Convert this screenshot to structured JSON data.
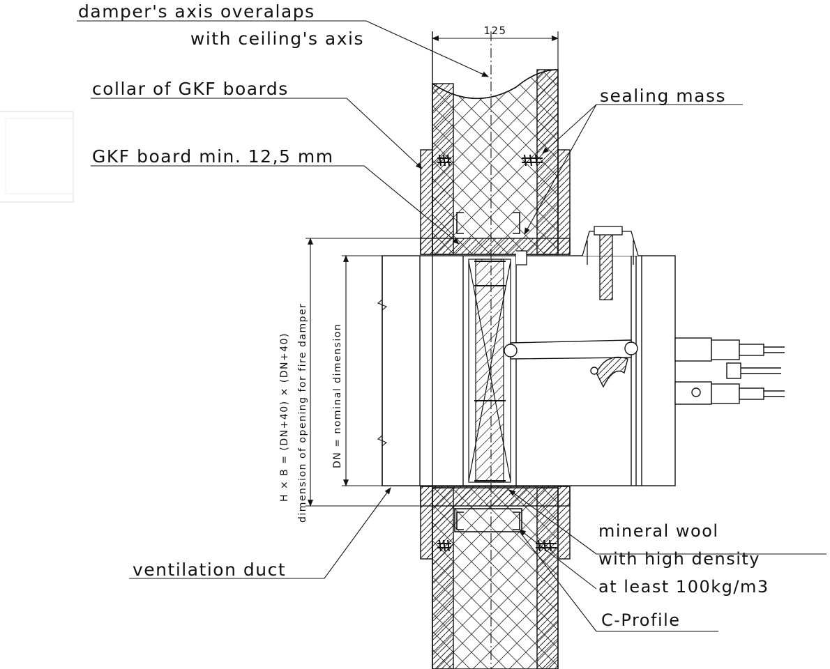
{
  "labels": {
    "axis_line1": "damper's axis overalaps",
    "axis_line2": "with ceiling's axis",
    "dim_125": "125",
    "collar": "collar of GKF boards",
    "sealing": "sealing mass",
    "gkf_board": "GKF board min. 12,5 mm",
    "hxb_line1": "H × B = (DN+40) × (DN+40)",
    "hxb_line2": "dimension of opening for fire damper",
    "dn": "DN = nominal dimension",
    "wool_line1": "mineral wool",
    "wool_line2": "with high density",
    "wool_line3": "at least 100kg/m3",
    "duct": "ventilation duct",
    "profile": "C-Profile"
  },
  "colors": {
    "line": "#111111",
    "watermark": "#e6e6e6"
  }
}
